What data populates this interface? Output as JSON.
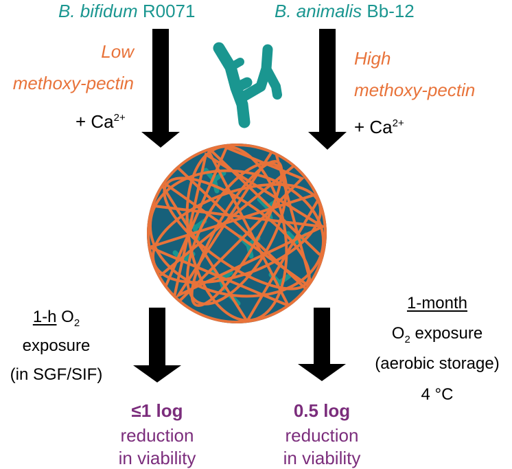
{
  "strain_left": {
    "genus": "B. bifidum",
    "strain": "R0071"
  },
  "strain_right": {
    "genus": "B. animalis",
    "strain": "Bb-12"
  },
  "pectin_left": {
    "line1": "Low",
    "line2": "methoxy-pectin"
  },
  "pectin_right": {
    "line1": "High",
    "line2": "methoxy-pectin"
  },
  "calcium_left": {
    "base": "+ Ca",
    "charge": "2+"
  },
  "calcium_right": {
    "base": "+ Ca",
    "charge": "2+"
  },
  "exposure_left": {
    "duration": "1-h",
    "o2_base": "O",
    "o2_sub": "2",
    "line2": "exposure",
    "line3": "(in SGF/SIF)"
  },
  "exposure_right": {
    "duration": "1-month",
    "o2_base": "O",
    "o2_sub": "2",
    "o2_rest": "exposure",
    "line3": "(aerobic storage)",
    "line4": "4 °C"
  },
  "result_left": {
    "value": "≤1 log",
    "line2": "reduction",
    "line3": "in viability"
  },
  "result_right": {
    "value": "0.5 log",
    "line2": "reduction",
    "line3": "in viability"
  },
  "colors": {
    "teal": "#1a9690",
    "orange": "#e8733a",
    "purple": "#7b2d7c",
    "bead": "#17607a",
    "arrow": "#000000"
  },
  "icons": [
    "bifidobacterium-icon",
    "encapsulation-bead-icon",
    "down-arrow-icon"
  ]
}
